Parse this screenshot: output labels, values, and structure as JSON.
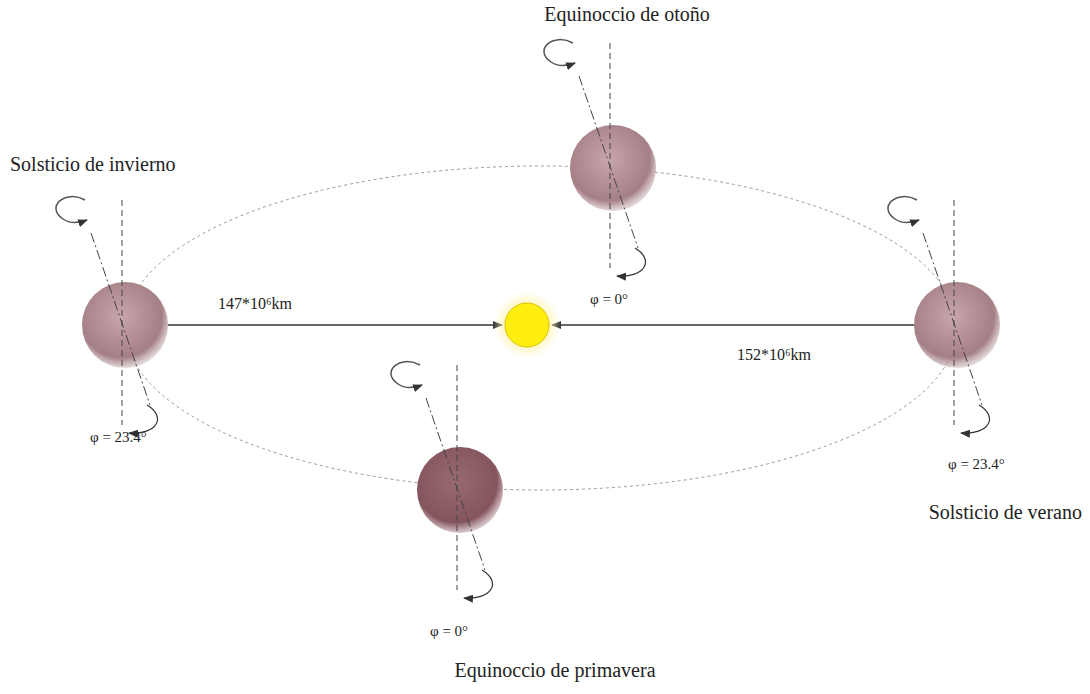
{
  "diagram": {
    "labels": [
      "Equinoccio de otoño",
      "Solsticio de invierno",
      "147*10⁶km",
      "φ = 0°",
      "152*10⁶km",
      "φ = 23.4°",
      "φ = 23.4°",
      "Solsticio de verano",
      "φ = 0°",
      "Equinoccio de primavera"
    ]
  }
}
